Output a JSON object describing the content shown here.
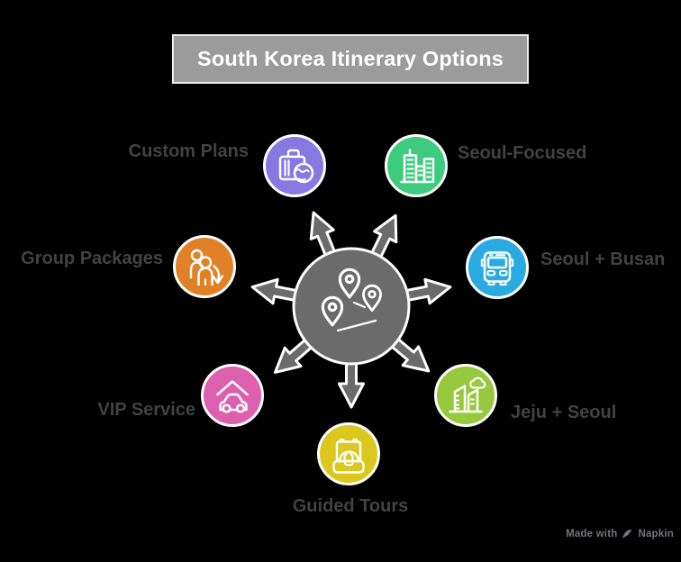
{
  "title": "South Korea Itinerary Options",
  "center": {
    "icon": "route-pins",
    "description": "hub with radiating arrows"
  },
  "nodes": [
    {
      "label": "Custom Plans",
      "icon": "suitcase-globe-icon",
      "color": "#8878E2",
      "position": "top-left"
    },
    {
      "label": "Seoul-Focused",
      "icon": "city-buildings-icon",
      "color": "#3DCC7E",
      "position": "top-right"
    },
    {
      "label": "Group Packages",
      "icon": "people-arrow-icon",
      "color": "#E08127",
      "position": "left"
    },
    {
      "label": "Seoul + Busan",
      "icon": "bus-icon",
      "color": "#29ABE2",
      "position": "right"
    },
    {
      "label": "VIP Service",
      "icon": "car-under-roof-icon",
      "color": "#DC60AD",
      "position": "bottom-left"
    },
    {
      "label": "Jeju + Seoul",
      "icon": "island-buildings-cloud-icon",
      "color": "#96C93D",
      "position": "bottom-right"
    },
    {
      "label": "Guided Tours",
      "icon": "open-suitcase-globe-icon",
      "color": "#DCC71E",
      "position": "bottom"
    }
  ],
  "watermark": {
    "prefix": "Made with",
    "brand": "Napkin"
  },
  "colors": {
    "background": "#000000",
    "title_bg": "#9B9B9B",
    "title_text": "#FFFFFF",
    "label_text": "#424242",
    "hub": "#6B6B6B",
    "watermark": "#73737A"
  }
}
